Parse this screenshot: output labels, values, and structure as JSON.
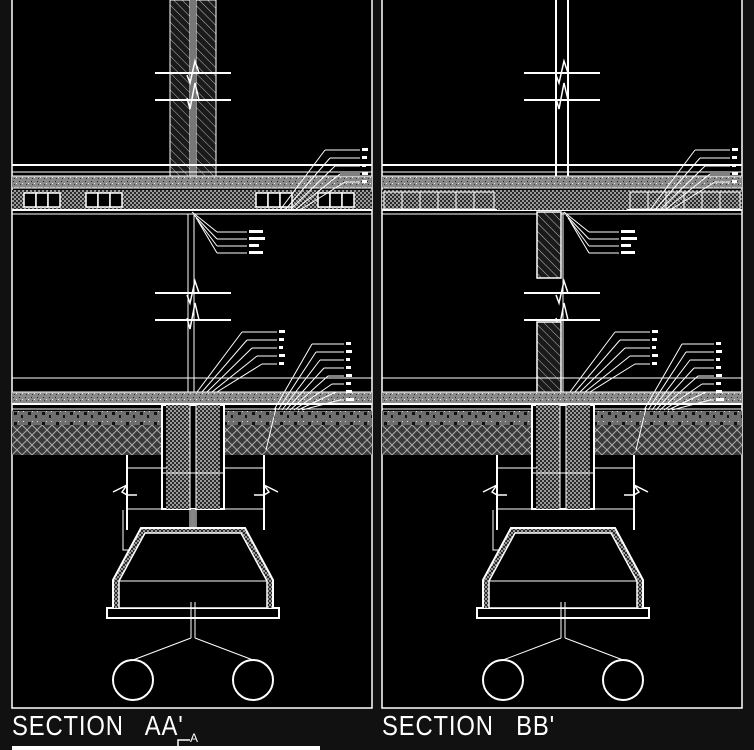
{
  "drawing": {
    "background": "#000000",
    "outer_background": "#111111",
    "line_color": "#ffffff",
    "hatch_gray": "#9a9a9a"
  },
  "sections": [
    {
      "id": "AA",
      "title": "SECTION   AA'",
      "column_type": "double-wall with central joint",
      "upper_notes": [
        "leader-1",
        "leader-2",
        "leader-3",
        "leader-4",
        "leader-5"
      ],
      "joint_notes": [
        "leader-1",
        "leader-2",
        "leader-3",
        "leader-4"
      ],
      "ground_notes": [
        "leader-1",
        "leader-2",
        "leader-3",
        "leader-4",
        "leader-5",
        "leader-6",
        "leader-7",
        "leader-8"
      ]
    },
    {
      "id": "BB",
      "title": "SECTION   BB'",
      "column_type": "single wall with offset joint",
      "upper_notes": [
        "leader-1",
        "leader-2",
        "leader-3",
        "leader-4",
        "leader-5"
      ],
      "joint_notes": [
        "leader-1",
        "leader-2",
        "leader-3",
        "leader-4"
      ],
      "ground_notes": [
        "leader-1",
        "leader-2",
        "leader-3",
        "leader-4",
        "leader-5",
        "leader-6",
        "leader-7",
        "leader-8"
      ]
    }
  ],
  "cursor_marker": "A"
}
